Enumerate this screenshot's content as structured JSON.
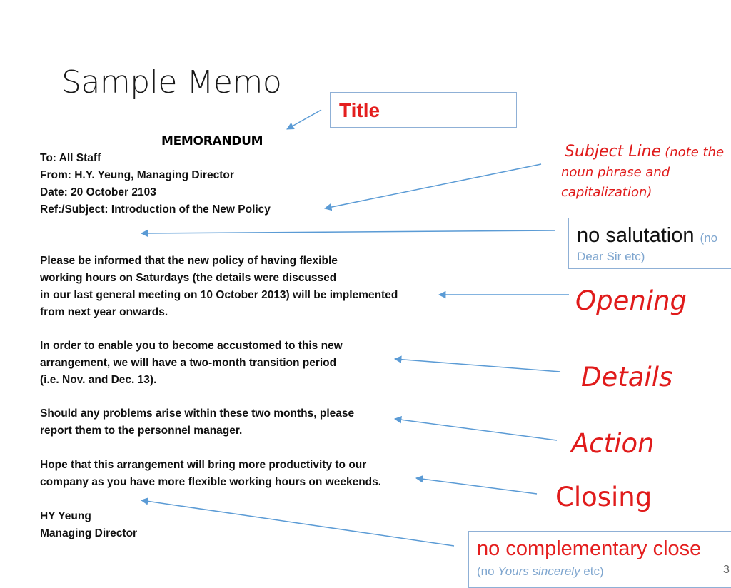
{
  "slide_title": "Sample Memo",
  "memo": {
    "heading": "MEMORANDUM",
    "to": "To: All Staff",
    "from": "From: H.Y. Yeung, Managing Director",
    "date": "Date: 20 October 2103",
    "subject": "Ref:/Subject: Introduction of the New Policy",
    "opening": [
      "Please be informed that the new policy of having flexible",
      "working hours on Saturdays (the details were discussed",
      "in our last general meeting on 10 October 2013) will be implemented",
      "from next year onwards."
    ],
    "details": [
      "In order to enable you to become accustomed to this new",
      "arrangement, we will have a two-month transition period",
      "(i.e. Nov. and Dec. 13)."
    ],
    "action": [
      "Should any problems arise within these two months, please",
      "report them to the personnel manager."
    ],
    "closing": [
      "Hope that this arrangement will bring more productivity to our",
      "company as you have more flexible working hours on weekends."
    ],
    "signature_name": "HY Yeung",
    "signature_title": "Managing Director"
  },
  "annotations": {
    "title": "Title",
    "subject_line": "Subject Line",
    "subject_note_1": "(note the",
    "subject_note_2": "noun phrase and",
    "subject_note_3": "capitalization)",
    "no_salutation": "no salutation",
    "no_salutation_note_1": "(no",
    "no_salutation_note_2": "Dear Sir etc)",
    "opening": "Opening",
    "details": "Details",
    "action": "Action",
    "closing": "Closing",
    "no_close": "no complementary close",
    "no_close_note_pre": "(no ",
    "no_close_note_em": "Yours sincerely",
    "no_close_note_post": " etc)"
  },
  "page_number": "3",
  "colors": {
    "label_red": "#e01b1b",
    "arrow_blue": "#5b9bd5",
    "box_border": "#8fb0d6",
    "note_blue": "#7fa6cf"
  }
}
